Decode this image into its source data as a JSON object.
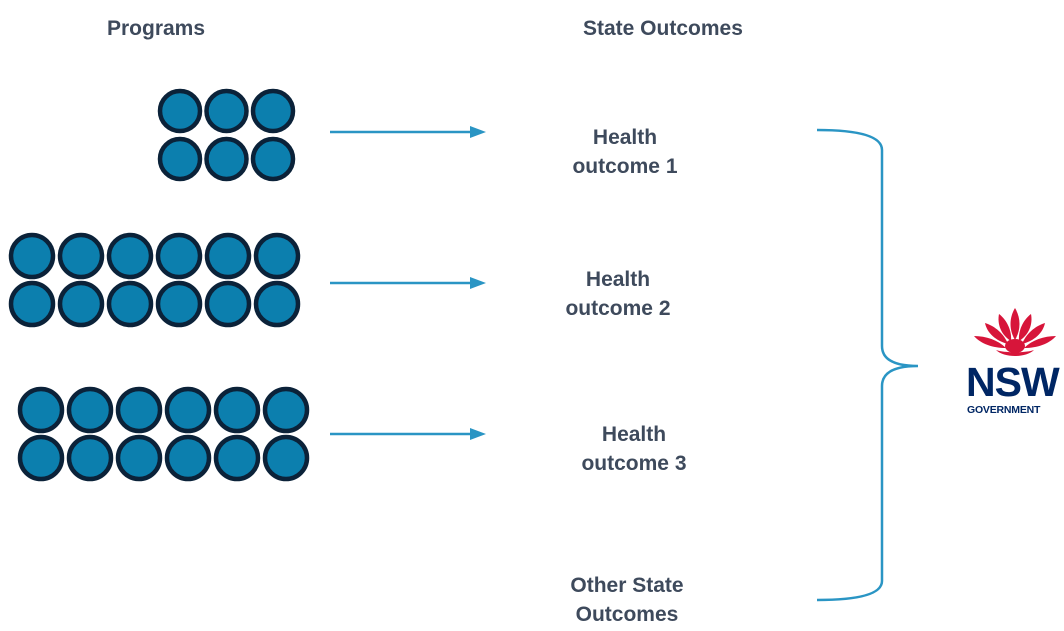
{
  "headings": {
    "programs": "Programs",
    "state_outcomes": "State Outcomes"
  },
  "outcomes": [
    {
      "line1": "Health",
      "line2": "outcome 1"
    },
    {
      "line1": "Health",
      "line2": "outcome 2"
    },
    {
      "line1": "Health",
      "line2": "outcome 3"
    },
    {
      "line1": "Other State",
      "line2": "Outcomes"
    }
  ],
  "program_groups": [
    {
      "columns": 3,
      "rows": 2
    },
    {
      "columns": 6,
      "rows": 2
    },
    {
      "columns": 6,
      "rows": 2
    }
  ],
  "logo": {
    "name": "nsw-government-logo",
    "wordmark": "NSW",
    "subtitle": "GOVERNMENT"
  },
  "colors": {
    "circle_fill": "#0c7fae",
    "circle_stroke": "#0b2239",
    "arrow": "#2a95c4",
    "text": "#3e4a5c",
    "logo_red": "#d7153a",
    "logo_navy": "#002664"
  }
}
